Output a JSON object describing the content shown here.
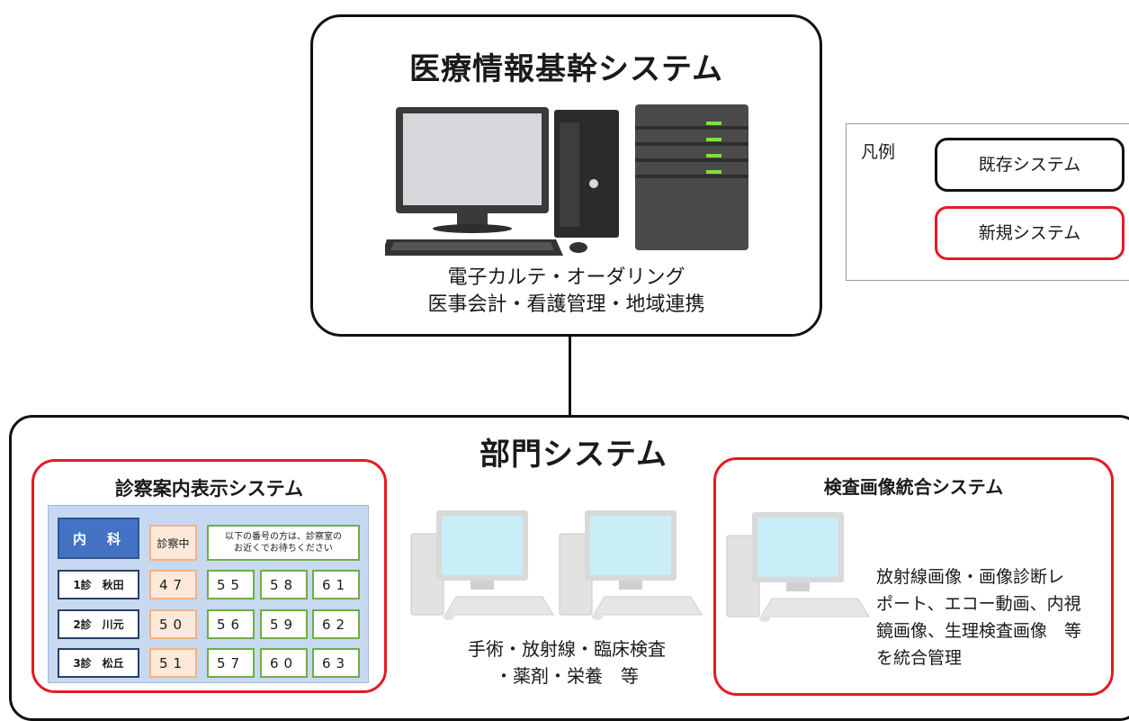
{
  "core": {
    "title": "医療情報基幹システム",
    "line1": "電子カルテ・オーダリング",
    "line2": "医事会計・看護管理・地域連携"
  },
  "legend": {
    "title": "凡例",
    "existing": "既存システム",
    "new": "新規システム",
    "existing_color": "#111111",
    "new_color": "#e31b23"
  },
  "department": {
    "title": "部門システム",
    "middle_desc_line1": "手術・放射線・臨床検査",
    "middle_desc_line2": "・薬剤・栄養　等"
  },
  "guide_system": {
    "title": "診察案内表示システム",
    "dept_name": "内　科",
    "now_header": "診察中",
    "wait_header_line1": "以下の番号の方は、診察室の",
    "wait_header_line2": "お近くでお待ちください",
    "rows": [
      {
        "doctor": "1診　秋田",
        "now": "47",
        "waiting": [
          "55",
          "58",
          "61"
        ]
      },
      {
        "doctor": "2診　川元",
        "now": "50",
        "waiting": [
          "56",
          "59",
          "62"
        ]
      },
      {
        "doctor": "3診　松丘",
        "now": "51",
        "waiting": [
          "57",
          "60",
          "63"
        ]
      }
    ]
  },
  "exam_system": {
    "title": "検査画像統合システム",
    "desc_line1": "放射線画像・画像診断レ",
    "desc_line2": "ポート、エコー動画、内視",
    "desc_line3": "鏡画像、生理検査画像　等",
    "desc_line4": "を統合管理"
  }
}
